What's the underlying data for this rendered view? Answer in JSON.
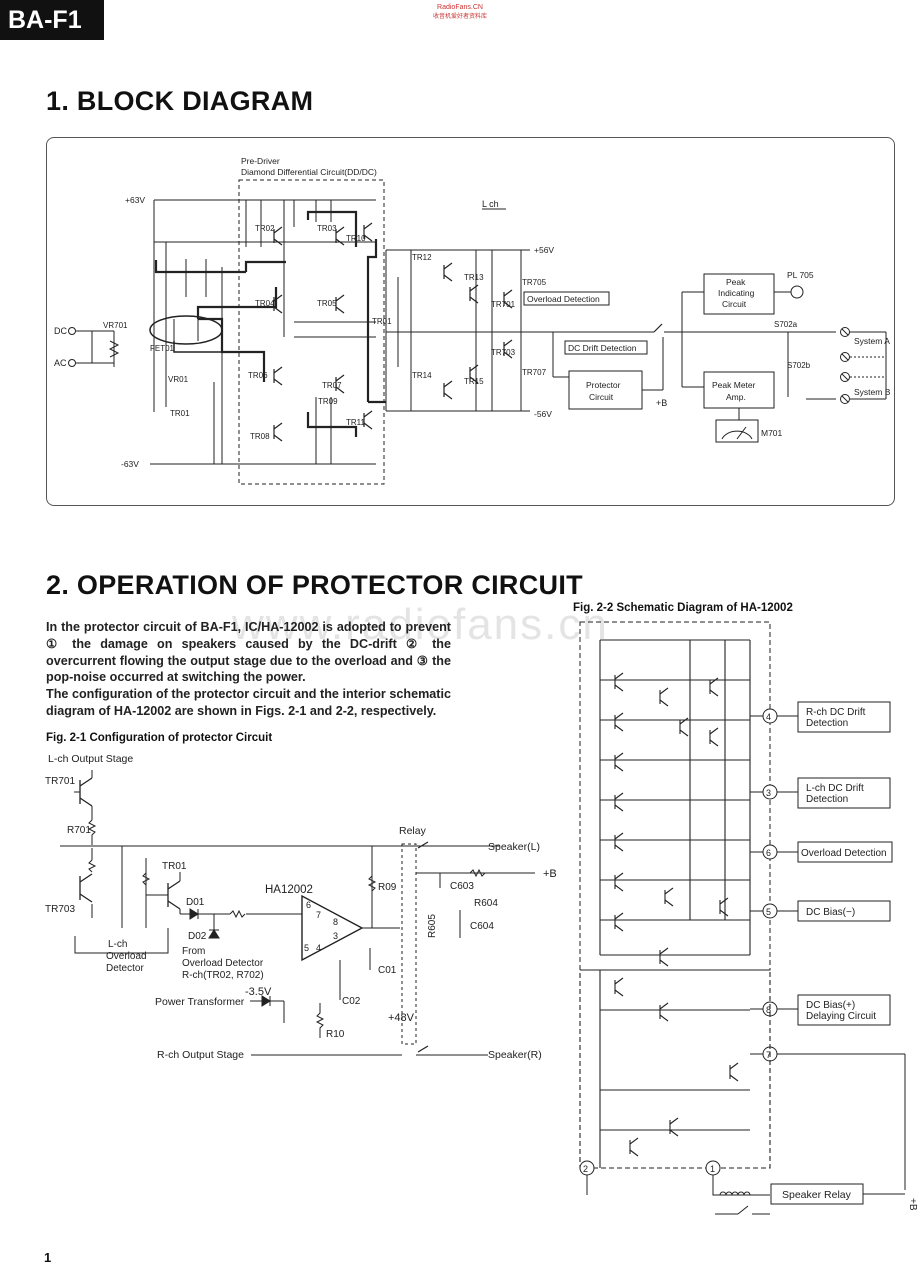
{
  "header": {
    "model": "BA-F1",
    "source_line1": "RadioFans.CN",
    "source_line2": "收音机爱好者资料库",
    "watermark": "www.radiofans.cn"
  },
  "section1": {
    "title": "1. BLOCK DIAGRAM",
    "diagram": {
      "predriver_label_1": "Pre-Driver",
      "predriver_label_2": "Diamond Differential Circuit(DD/DC)",
      "channel": "L ch",
      "v_pos63": "+63V",
      "v_neg63": "-63V",
      "v_pos56": "+56V",
      "v_neg56": "-56V",
      "in_dc": "DC",
      "in_ac": "AC",
      "vr701": "VR701",
      "fet01": "FET01",
      "vr01": "VR01",
      "tr01_left": "TR01",
      "tr02": "TR02",
      "tr03": "TR03",
      "tr04": "TR04",
      "tr05": "TR05",
      "tr06": "TR06",
      "tr07": "TR07",
      "tr08": "TR08",
      "tr09": "TR09",
      "tr10": "TR10",
      "tr11": "TR11",
      "tr01_mid": "TR01",
      "tr12": "TR12",
      "tr13": "TR13",
      "tr14": "TR14",
      "tr15": "TR15",
      "tr701": "TR701",
      "tr703": "TR703",
      "tr705": "TR705",
      "tr707": "TR707",
      "overload_detection": "Overload Detection",
      "dc_drift_detection": "DC Drift Detection",
      "protector_circuit_1": "Protector",
      "protector_circuit_2": "Circuit",
      "plus_b": "+B",
      "peak_ind_1": "Peak",
      "peak_ind_2": "Indicating",
      "peak_ind_3": "Circuit",
      "pl705": "PL 705",
      "peak_meter_1": "Peak Meter",
      "peak_meter_2": "Amp.",
      "m701": "M701",
      "s702a": "S702a",
      "s702b": "S702b",
      "system_a": "System A",
      "system_b": "System B"
    }
  },
  "section2": {
    "title": "2. OPERATION OF PROTECTOR CIRCUIT",
    "para1": "In the protector circuit of BA-F1, IC/HA-12002 is adopted to prevent ① the damage on speakers caused by the DC-drift ② the overcurrent flowing the output stage due to the overload and ③ the pop-noise occurred at switching the power.",
    "para2": "The configuration of the protector circuit and the interior schematic diagram of HA-12002 are shown in Figs. 2-1 and 2-2, respectively.",
    "fig21": {
      "caption": "Fig. 2-1  Configuration of protector Circuit",
      "lch_output_stage": "L-ch Output Stage",
      "tr701": "TR701",
      "r701": "R701",
      "tr703": "TR703",
      "tr01": "TR01",
      "d01": "D01",
      "d02": "D02",
      "lch_ovl_1": "L-ch",
      "lch_ovl_2": "Overload",
      "lch_ovl_3": "Detector",
      "from_1": "From",
      "from_2": "Overload Detector",
      "from_3": "R-ch(TR02, R702)",
      "ic": "HA12002",
      "relay": "Relay",
      "speaker_l": "Speaker(L)",
      "speaker_r": "Speaker(R)",
      "plus_b": "+B",
      "r09": "R09",
      "c603": "C603",
      "r604": "R604",
      "r605": "R605",
      "c604": "C604",
      "c01": "C01",
      "c02": "C02",
      "r10": "R10",
      "neg35": "-3.5V",
      "pos48": "+48V",
      "power_transformer": "Power Transformer",
      "rch_output_stage": "R-ch Output Stage",
      "pin6": "6",
      "pin7": "7",
      "pin8": "8",
      "pin3": "3",
      "pin5": "5",
      "pin4": "4"
    },
    "fig22": {
      "caption": "Fig. 2-2  Schematic Diagram of HA-12002",
      "pins": [
        {
          "num": "4",
          "label_1": "R-ch DC Drift",
          "label_2": "Detection"
        },
        {
          "num": "3",
          "label_1": "L-ch DC Drift",
          "label_2": "Detection"
        },
        {
          "num": "6",
          "label_1": "Overload Detection",
          "label_2": ""
        },
        {
          "num": "5",
          "label_1": "DC Bias(−)",
          "label_2": ""
        },
        {
          "num": "8",
          "label_1": "DC Bias(+)",
          "label_2": "Delaying Circuit"
        },
        {
          "num": "7",
          "label_1": "",
          "label_2": ""
        }
      ],
      "pin2": "2",
      "pin1": "1",
      "speaker_relay": "Speaker Relay",
      "plus_b": "+B"
    }
  },
  "page_number": "1"
}
